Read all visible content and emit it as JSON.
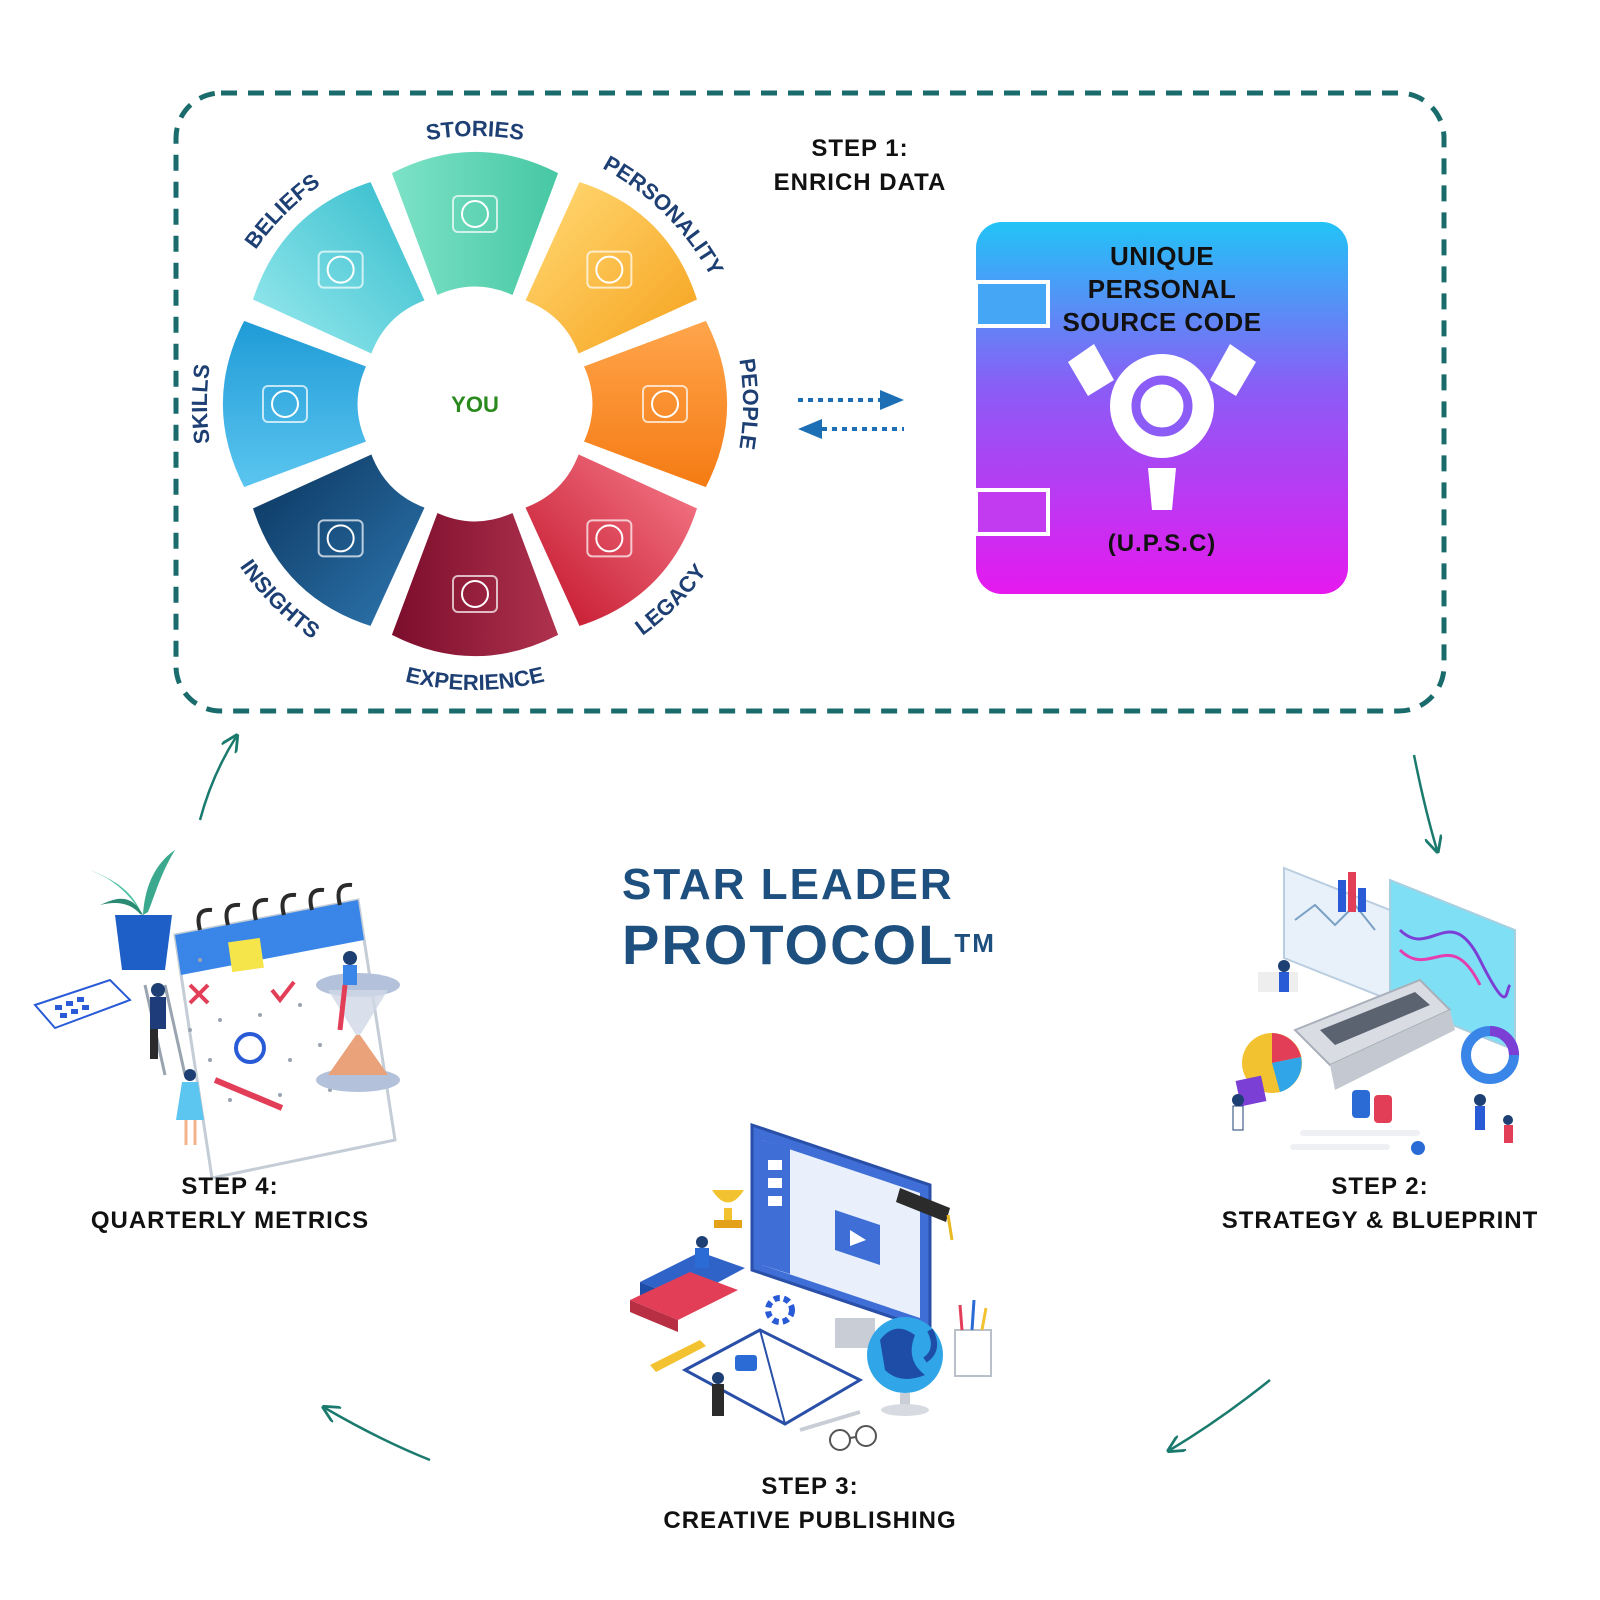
{
  "step1": {
    "label": "STEP 1:",
    "name": "ENRICH DATA"
  },
  "step2": {
    "label": "STEP 2:",
    "name": "STRATEGY & BLUEPRINT"
  },
  "step3": {
    "label": "STEP 3:",
    "name": "CREATIVE PUBLISHING"
  },
  "step4": {
    "label": "STEP 4:",
    "name": "QUARTERLY METRICS"
  },
  "title": {
    "line1": "STAR LEADER",
    "line2": "PROTOCOL",
    "trademark": "TM"
  },
  "center_label": "YOU",
  "wheel_segments": [
    {
      "label": "STORIES",
      "color_light": "#7ee3c8",
      "color_dark": "#45c7a2",
      "icon": "treasure-chest-icon"
    },
    {
      "label": "PERSONALITY",
      "color_light": "#ffd36b",
      "color_dark": "#f7a928",
      "icon": "dancing-people-icon"
    },
    {
      "label": "PEOPLE",
      "color_light": "#ffa64d",
      "color_dark": "#f57a12",
      "icon": "group-icon"
    },
    {
      "label": "LEGACY",
      "color_light": "#f07080",
      "color_dark": "#c91f35",
      "icon": "certificate-icon"
    },
    {
      "label": "EXPERIENCE",
      "color_light": "#b0334f",
      "color_dark": "#7a0c2a",
      "icon": "monitor-profile-icon"
    },
    {
      "label": "INSIGHTS",
      "color_light": "#2a6fa6",
      "color_dark": "#0f3d68",
      "icon": "person-idea-icon"
    },
    {
      "label": "SKILLS",
      "color_light": "#5cc6f0",
      "color_dark": "#1e9ad6",
      "icon": "gears-icon"
    },
    {
      "label": "BELIEFS",
      "color_light": "#8ee5ea",
      "color_dark": "#3fc1d0",
      "icon": "team-idea-icon"
    }
  ],
  "upsc": {
    "line1": "UNIQUE",
    "line2": "PERSONAL",
    "line3": "SOURCE CODE",
    "abbr": "(U.P.S.C)"
  },
  "colors": {
    "dashed_border": "#1a6b6b",
    "cycle_arrow": "#1a7a6e",
    "exchange_arrow": "#1c6fb5",
    "title": "#1d4f7f",
    "you_label": "#2a8a1e"
  }
}
